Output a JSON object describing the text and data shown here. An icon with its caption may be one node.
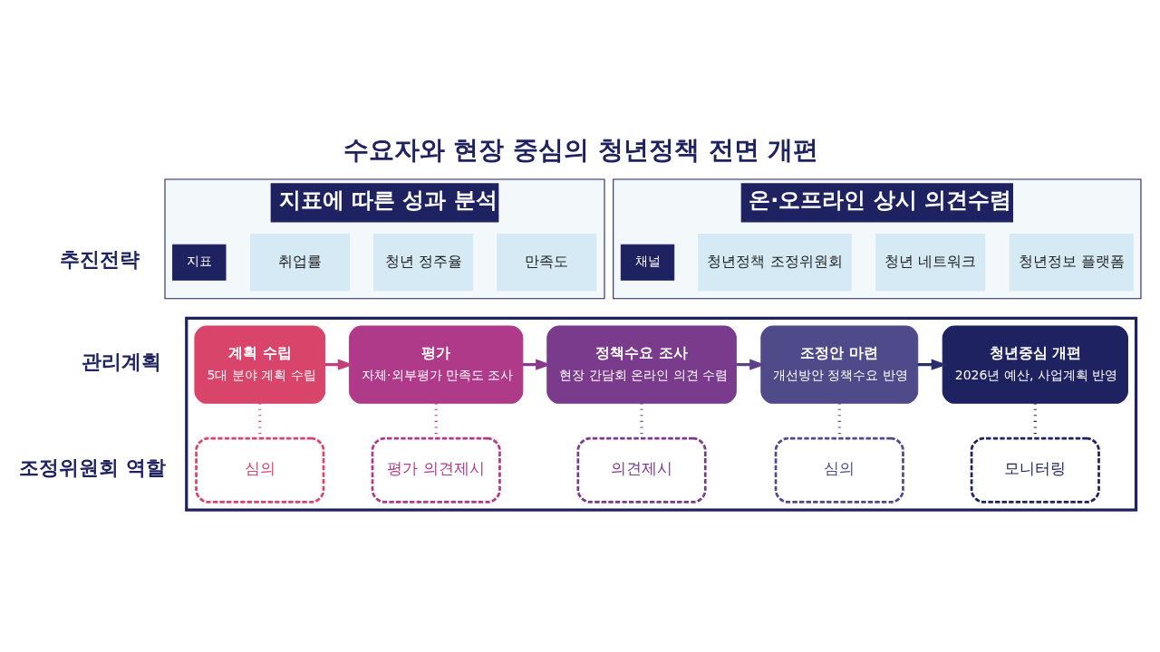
{
  "diagram": {
    "title": "수요자와 현장 중심의 청년정책 전면 개편",
    "nodes": [
      {
        "text": [
          "지표에 따른 성과 분석"
        ]
      },
      {
        "text": [
          "지표"
        ],
        "in": 0
      },
      {
        "text": [
          "취업률"
        ],
        "in": 0
      },
      {
        "text": [
          "청년 정주율"
        ],
        "in": 0
      },
      {
        "text": [
          "만족도"
        ],
        "in": 0
      },
      {
        "text": [
          "온·오프라인 상시 의견수렴"
        ]
      },
      {
        "text": [
          "채널"
        ],
        "in": 5
      },
      {
        "text": [
          "청년정책 조정위원회"
        ],
        "in": 5
      },
      {
        "text": [
          "청년 네트워크"
        ],
        "in": 5
      },
      {
        "text": [
          "청년정보 플랫폼"
        ],
        "in": 5
      },
      {
        "text": [],
        "shape": "box"
      },
      {
        "text": [
          "계획 수립",
          "5대 분야 계획 수립"
        ],
        "in": 10
      },
      {
        "text": [
          "평가",
          "자체·외부평가 만족도 조사"
        ],
        "in": 10
      },
      {
        "text": [
          "정책수요 조사",
          "현장 간담회 온라인 의견 수렴"
        ],
        "in": 10
      },
      {
        "text": [
          "조정안 마련",
          "개선방안 정책수요 반영"
        ],
        "in": 10
      },
      {
        "text": [
          "청년중심 개편",
          "2026년 예산, 사업계획 반영"
        ],
        "in": 10
      },
      {
        "text": [
          "심의"
        ],
        "in": 10
      },
      {
        "text": [
          "평가 의견제시"
        ],
        "in": 10
      },
      {
        "text": [
          "의견제시"
        ],
        "in": 10
      },
      {
        "text": [
          "심의"
        ],
        "in": 10
      },
      {
        "text": [
          "모니터링"
        ],
        "in": 10
      }
    ],
    "edges": [
      {
        "from": 11,
        "to": 12,
        "arrow": "to",
        "color": "#c4407a"
      },
      {
        "from": 12,
        "to": 13,
        "arrow": "to",
        "color": "#8a3a8e"
      },
      {
        "from": 13,
        "to": 14,
        "arrow": "to",
        "color": "#5e3f8c"
      },
      {
        "from": 14,
        "to": 15,
        "arrow": "to",
        "color": "#2a2c6e"
      },
      {
        "from": 11,
        "to": 16,
        "arrow": "none",
        "style": "dashed",
        "color": "#d8446a"
      },
      {
        "from": 12,
        "to": 17,
        "arrow": "none",
        "style": "dashed",
        "color": "#b03a8a"
      },
      {
        "from": 13,
        "to": 18,
        "arrow": "none",
        "style": "dashed",
        "color": "#7a3b8c"
      },
      {
        "from": 14,
        "to": 19,
        "arrow": "none",
        "style": "dashed",
        "color": "#4f4a8a"
      },
      {
        "from": 15,
        "to": 20,
        "arrow": "none",
        "style": "dashed",
        "color": "#1f2260"
      }
    ],
    "labels": [
      "추진전략",
      "관리계획",
      "조정위원회 역할"
    ]
  }
}
